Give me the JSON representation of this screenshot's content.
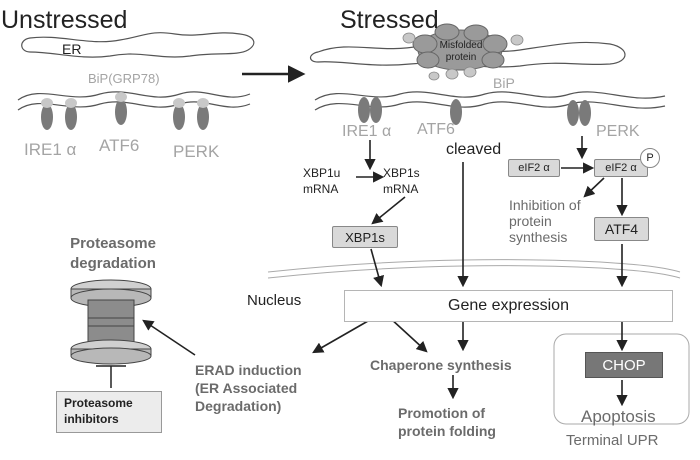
{
  "panels": {
    "unstressed_title": "Unstressed",
    "stressed_title": "Stressed"
  },
  "unstressed": {
    "er_label": "ER",
    "bip_label": "BiP(GRP78)",
    "ire1_label": "IRE1 α",
    "atf6_label": "ATF6",
    "perk_label": "PERK"
  },
  "stressed": {
    "misfolded_label": "Misfolded protein",
    "bip_label": "BiP",
    "ire1_label": "IRE1 α",
    "atf6_label": "ATF6",
    "perk_label": "PERK",
    "cleaved_label": "cleaved",
    "xbp1u_label": "XBP1u mRNA",
    "xbp1s_mrna_label": "XBP1s mRNA",
    "xbp1s_protein_label": "XBP1s",
    "eif2a_label": "eIF2 α",
    "eif2a_p_label": "eIF2 α",
    "phospho_label": "P",
    "inhibition_label": "Inhibition of protein synthesis",
    "atf4_label": "ATF4"
  },
  "nucleus": {
    "nucleus_label": "Nucleus",
    "gene_expression_label": "Gene expression"
  },
  "outcomes": {
    "erad_label": "ERAD induction (ER Associated Degradation)",
    "chaperone_label": "Chaperone synthesis",
    "folding_label": "Promotion of protein folding",
    "chop_label": "CHOP",
    "apoptosis_label": "Apoptosis",
    "terminal_upr_label": "Terminal UPR"
  },
  "proteasome": {
    "degradation_label": "Proteasome degradation",
    "inhibitors_label": "Proteasome inhibitors"
  },
  "colors": {
    "receptor_dark": "#7a7a7a",
    "receptor_light": "#bdbdbd",
    "box_fill": "#d9d9d9",
    "chop_fill": "#777777",
    "label_gray": "#a4a4a4",
    "text_dark_gray": "#6b6b6b"
  }
}
